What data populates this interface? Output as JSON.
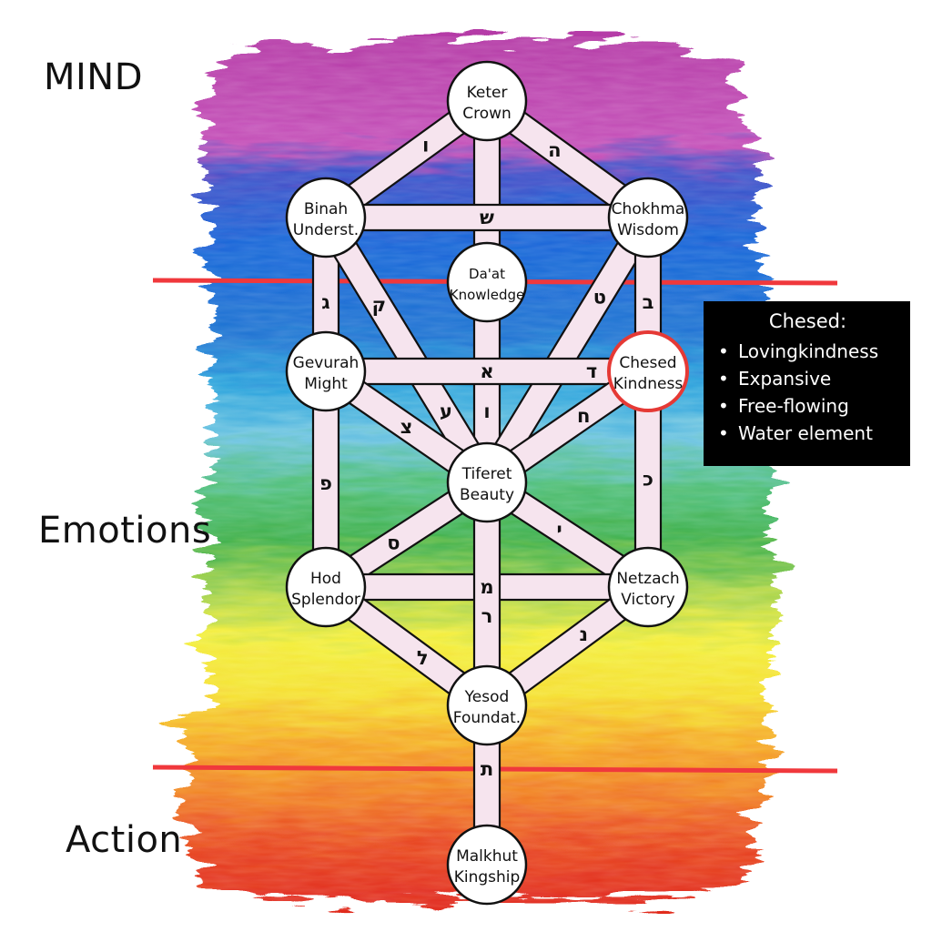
{
  "sections": {
    "mind": "MIND",
    "emotions": "Emotions",
    "action": "Action"
  },
  "sefirot": {
    "keter": {
      "line1": "Keter",
      "line2": "Crown"
    },
    "chokhma": {
      "line1": "Chokhma",
      "line2": "Wisdom"
    },
    "binah": {
      "line1": "Binah",
      "line2": "Underst."
    },
    "daat": {
      "line1": "Da'at",
      "line2": "Knowledge"
    },
    "chesed": {
      "line1": "Chesed",
      "line2": "Kindness"
    },
    "gevurah": {
      "line1": "Gevurah",
      "line2": "Might"
    },
    "tiferet": {
      "line1": "Tiferet",
      "line2": "Beauty"
    },
    "netzach": {
      "line1": "Netzach",
      "line2": "Victory"
    },
    "hod": {
      "line1": "Hod",
      "line2": "Splendor"
    },
    "yesod": {
      "line1": "Yesod",
      "line2": "Foundat."
    },
    "malkhut": {
      "line1": "Malkhut",
      "line2": "Kingship"
    }
  },
  "letters": {
    "vav_top": "ו",
    "he_top": "ה",
    "shin": "ש",
    "gimel": "ג",
    "qof": "ק",
    "tet": "ט",
    "bet": "ב",
    "alef": "א",
    "dalet": "ד",
    "ayin": "ע",
    "vav_mid": "ו",
    "tsadi": "צ",
    "het": "ח",
    "pe": "פ",
    "kaf": "כ",
    "samekh": "ס",
    "yod": "י",
    "mem": "מ",
    "resh": "ר",
    "lamed": "ל",
    "nun": "נ",
    "tav": "ת"
  },
  "info": {
    "title": "Chesed:",
    "items": [
      "Lovingkindness",
      "Expansive",
      "Free-flowing",
      "Water element"
    ]
  },
  "colors": {
    "divider": "#f0383c",
    "highlight_ring": "#e53935",
    "path_fill": "#f6e4ee",
    "node_fill": "#ffffff"
  }
}
